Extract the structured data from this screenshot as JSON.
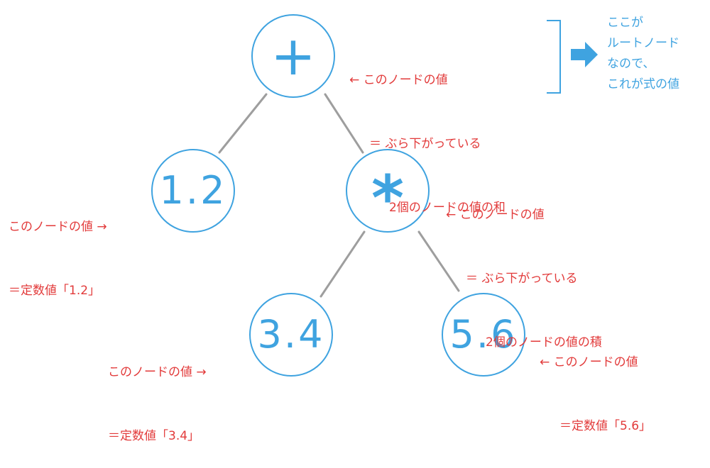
{
  "nodes": {
    "root": {
      "label": "+"
    },
    "left_leaf": {
      "label": "1.2"
    },
    "multiply": {
      "label": "*"
    },
    "bottom_left_leaf": {
      "label": "3.4"
    },
    "bottom_right_leaf": {
      "label": "5.6"
    }
  },
  "annotations": {
    "root": [
      "← このノードの値",
      "＝ ぶら下がっている",
      "2個のノードの値の和"
    ],
    "left_leaf": [
      "このノードの値 →",
      "＝定数値「1.2」"
    ],
    "multiply": [
      "← このノードの値",
      "＝ ぶら下がっている",
      "2個のノードの値の積"
    ],
    "bottom_left_leaf": [
      "このノードの値 →",
      "＝定数値「3.4」"
    ],
    "bottom_right_leaf": [
      "← このノードの値",
      "＝定数値「5.6」"
    ]
  },
  "root_note": [
    "ここが",
    "ルートノード",
    "なので、",
    "これが式の値"
  ],
  "colors": {
    "node_border": "#3fa3e0",
    "node_text": "#3fa3e0",
    "annotation_text": "#e23a3a",
    "edge": "#9e9e9e",
    "blue_note": "#3fa3e0"
  }
}
